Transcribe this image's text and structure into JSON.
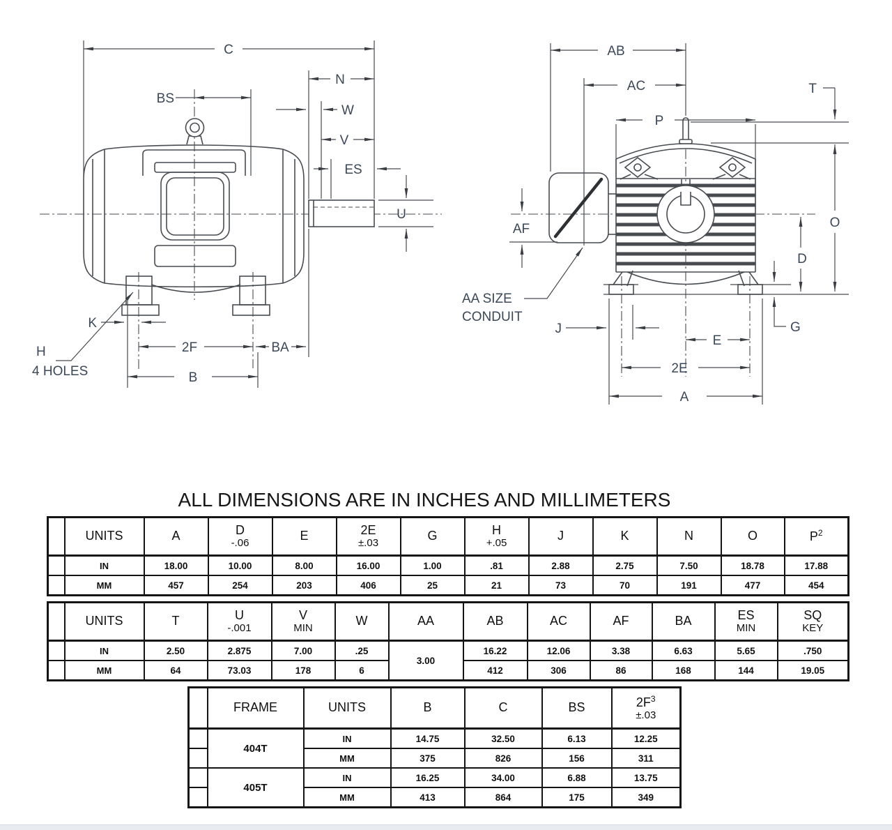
{
  "title": "ALL DIMENSIONS ARE IN INCHES AND MILLIMETERS",
  "colors": {
    "drawing_line": "#474b50",
    "label_text": "#3b4858",
    "table_border": "#151515",
    "footer_bar": "#e8ecf0"
  },
  "side_view": {
    "labels": {
      "c": "C",
      "bs": "BS",
      "n": "N",
      "w": "W",
      "v": "V",
      "es": "ES",
      "u": "U",
      "k": "K",
      "h": "H",
      "h_note": "4 HOLES",
      "f2": "2F",
      "ba": "BA",
      "b": "B"
    }
  },
  "front_view": {
    "labels": {
      "ab": "AB",
      "ac": "AC",
      "p": "P",
      "t": "T",
      "af": "AF",
      "aa1": "AA SIZE",
      "aa2": "CONDUIT",
      "j": "J",
      "e": "E",
      "e2": "2E",
      "a": "A",
      "o": "O",
      "d": "D",
      "g": "G"
    }
  },
  "t1": {
    "units": "UNITS",
    "in": "IN",
    "mm": "MM",
    "cols": [
      {
        "main": "A"
      },
      {
        "main": "D",
        "sub": "-.06"
      },
      {
        "main": "E"
      },
      {
        "main": "2E",
        "sub": "±.03"
      },
      {
        "main": "G"
      },
      {
        "main": "H",
        "sub": "+.05"
      },
      {
        "main": "J"
      },
      {
        "main": "K"
      },
      {
        "main": "N"
      },
      {
        "main": "O"
      },
      {
        "main": "P",
        "sup": "2"
      }
    ],
    "in_vals": [
      "18.00",
      "10.00",
      "8.00",
      "16.00",
      "1.00",
      ".81",
      "2.88",
      "2.75",
      "7.50",
      "18.78",
      "17.88"
    ],
    "mm_vals": [
      "457",
      "254",
      "203",
      "406",
      "25",
      "21",
      "73",
      "70",
      "191",
      "477",
      "454"
    ]
  },
  "t2": {
    "units": "UNITS",
    "in": "IN",
    "mm": "MM",
    "cols": [
      {
        "main": "T"
      },
      {
        "main": "U",
        "sub": "-.001"
      },
      {
        "main": "V",
        "sub": "MIN"
      },
      {
        "main": "W"
      },
      {
        "main": "AA"
      },
      {
        "main": "AB"
      },
      {
        "main": "AC"
      },
      {
        "main": "AF"
      },
      {
        "main": "BA"
      },
      {
        "main": "ES",
        "sub": "MIN"
      },
      {
        "main": "SQ",
        "sub": "KEY"
      }
    ],
    "aa_merged": "3.00",
    "in_vals": [
      "2.50",
      "2.875",
      "7.00",
      ".25",
      "16.22",
      "12.06",
      "3.38",
      "6.63",
      "5.65",
      ".750"
    ],
    "mm_vals": [
      "64",
      "73.03",
      "178",
      "6",
      "412",
      "306",
      "86",
      "168",
      "144",
      "19.05"
    ]
  },
  "t3": {
    "frame": "FRAME",
    "units": "UNITS",
    "in": "IN",
    "mm": "MM",
    "cols": [
      {
        "main": "B"
      },
      {
        "main": "C"
      },
      {
        "main": "BS"
      },
      {
        "main": "2F",
        "sup": "3",
        "sub": "±.03"
      }
    ],
    "rows": [
      {
        "frame": "404T",
        "in_vals": [
          "14.75",
          "32.50",
          "6.13",
          "12.25"
        ],
        "mm_vals": [
          "375",
          "826",
          "156",
          "311"
        ]
      },
      {
        "frame": "405T",
        "in_vals": [
          "16.25",
          "34.00",
          "6.88",
          "13.75"
        ],
        "mm_vals": [
          "413",
          "864",
          "175",
          "349"
        ]
      }
    ]
  }
}
